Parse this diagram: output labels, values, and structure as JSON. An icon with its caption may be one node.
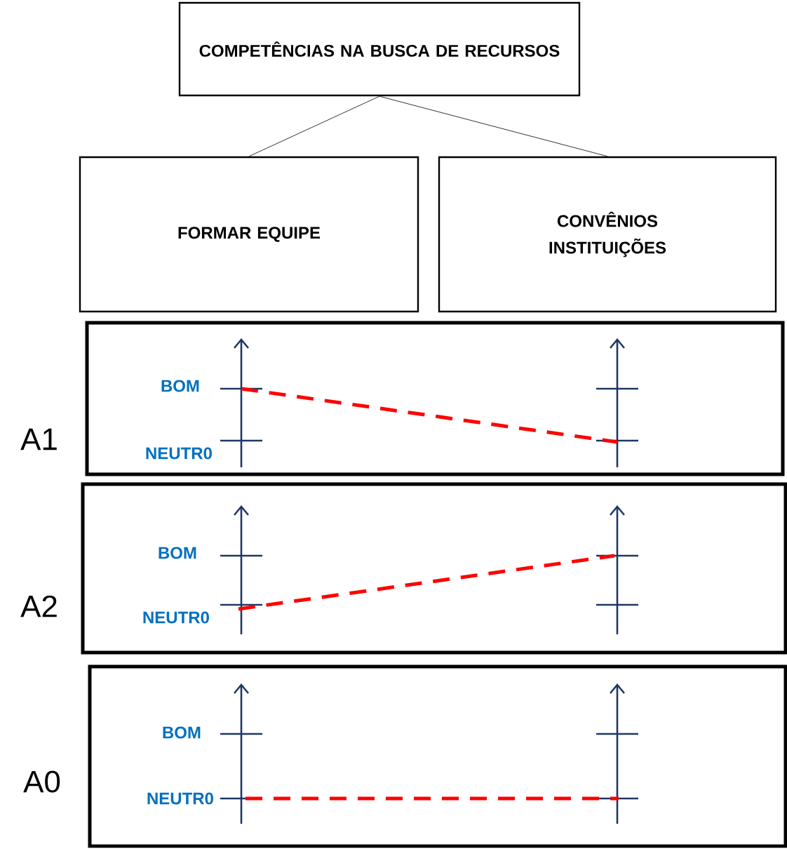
{
  "diagram": {
    "nodes": [
      {
        "text": [
          "COMPETÊNCIAS NA BUSCA DE RECURSOS"
        ]
      },
      {
        "text": [
          "FORMAR EQUIPE"
        ]
      },
      {
        "text": [
          "CONVÊNIOS INSTITUIÇÕES"
        ]
      },
      {
        "text": [],
        "shape": "box",
        "beside": [
          "A1"
        ]
      },
      {
        "text": [],
        "shape": "box",
        "beside": [
          "A2"
        ]
      },
      {
        "text": [],
        "shape": "box",
        "beside": [
          "A0"
        ]
      }
    ],
    "edges": [
      {
        "from": 0,
        "to": 1,
        "arrow": "none"
      },
      {
        "from": 0,
        "to": 2,
        "arrow": "none"
      }
    ],
    "labels": [
      "BOM",
      "NEUTR0",
      "BOM",
      "NEUTR0",
      "BOM",
      "NEUTR0"
    ]
  }
}
